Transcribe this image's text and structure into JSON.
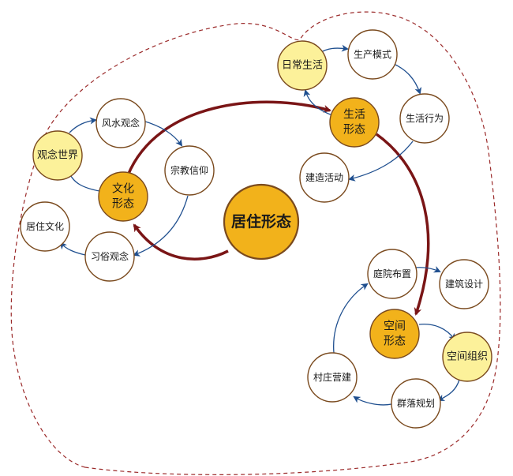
{
  "colors": {
    "center_fill": "#F2B21B",
    "orange_fill": "#F2B21B",
    "yellow_fill": "#FCF19A",
    "white_fill": "#FFFFFF",
    "node_stroke": "#7A4A1E",
    "big_arrow": "#7A1516",
    "small_arrow": "#1F4F8F",
    "boundary": "#9B2A2A"
  },
  "nodes": {
    "center": "居住形态",
    "culture": [
      "文化",
      "形态"
    ],
    "life": [
      "生活",
      "形态"
    ],
    "space": [
      "空间",
      "形态"
    ],
    "ideology_world": "观念世界",
    "daily_life": "日常生活",
    "space_org": "空间组织",
    "fengshui": "风水观念",
    "religion": "宗教信仰",
    "custom": "习俗观念",
    "residence_culture": "居住文化",
    "production": "生产模式",
    "life_behavior": "生活行为",
    "construction": "建造活动",
    "courtyard": "庭院布置",
    "architecture": "建筑设计",
    "village": "村庄营建",
    "settlement": "群落规划"
  }
}
